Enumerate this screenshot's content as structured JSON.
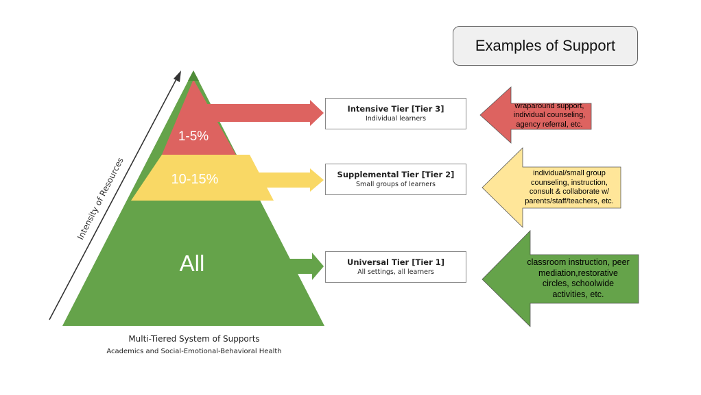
{
  "header": {
    "title": "Examples of Support"
  },
  "pyramid": {
    "axis_label": "Intensity of Resources",
    "levels": [
      {
        "percent": "1-5%",
        "color": "#dd6360"
      },
      {
        "percent": "10-15%",
        "color": "#f9d865"
      },
      {
        "percent": "All",
        "color": "#65a34a"
      }
    ],
    "caption": "Multi-Tiered System of Supports",
    "subcaption": "Academics and Social-Emotional-Behavioral Health",
    "apex_color": "#4f8c38"
  },
  "tiers": [
    {
      "name": "Intensive Tier [Tier 3]",
      "description": "Individual learners"
    },
    {
      "name": "Supplemental Tier [Tier 2]",
      "description": "Small groups of learners"
    },
    {
      "name": "Universal Tier [Tier 1]",
      "description": "All settings, all learners"
    }
  ],
  "examples": [
    {
      "lines": [
        "wraparound support,",
        "individual counseling,",
        "agency referral, etc."
      ],
      "color": "#dd6360"
    },
    {
      "lines": [
        "individual/small group",
        "counseling, instruction,",
        "consult & collaborate w/",
        "parents/staff/teachers, etc."
      ],
      "color": "#ffe699"
    },
    {
      "lines": [
        "classroom instruction, peer",
        "mediation,restorative",
        "circles, schoolwide",
        "activities, etc."
      ],
      "color": "#65a34a"
    }
  ]
}
